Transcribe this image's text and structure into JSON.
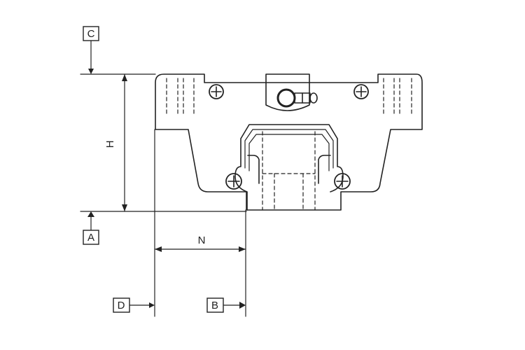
{
  "datum_labels": {
    "c": "C",
    "a": "A",
    "d": "D",
    "b": "B"
  },
  "dimension_labels": {
    "height": "H",
    "width_n": "N"
  },
  "colors": {
    "stroke": "#222222",
    "background": "#ffffff"
  }
}
